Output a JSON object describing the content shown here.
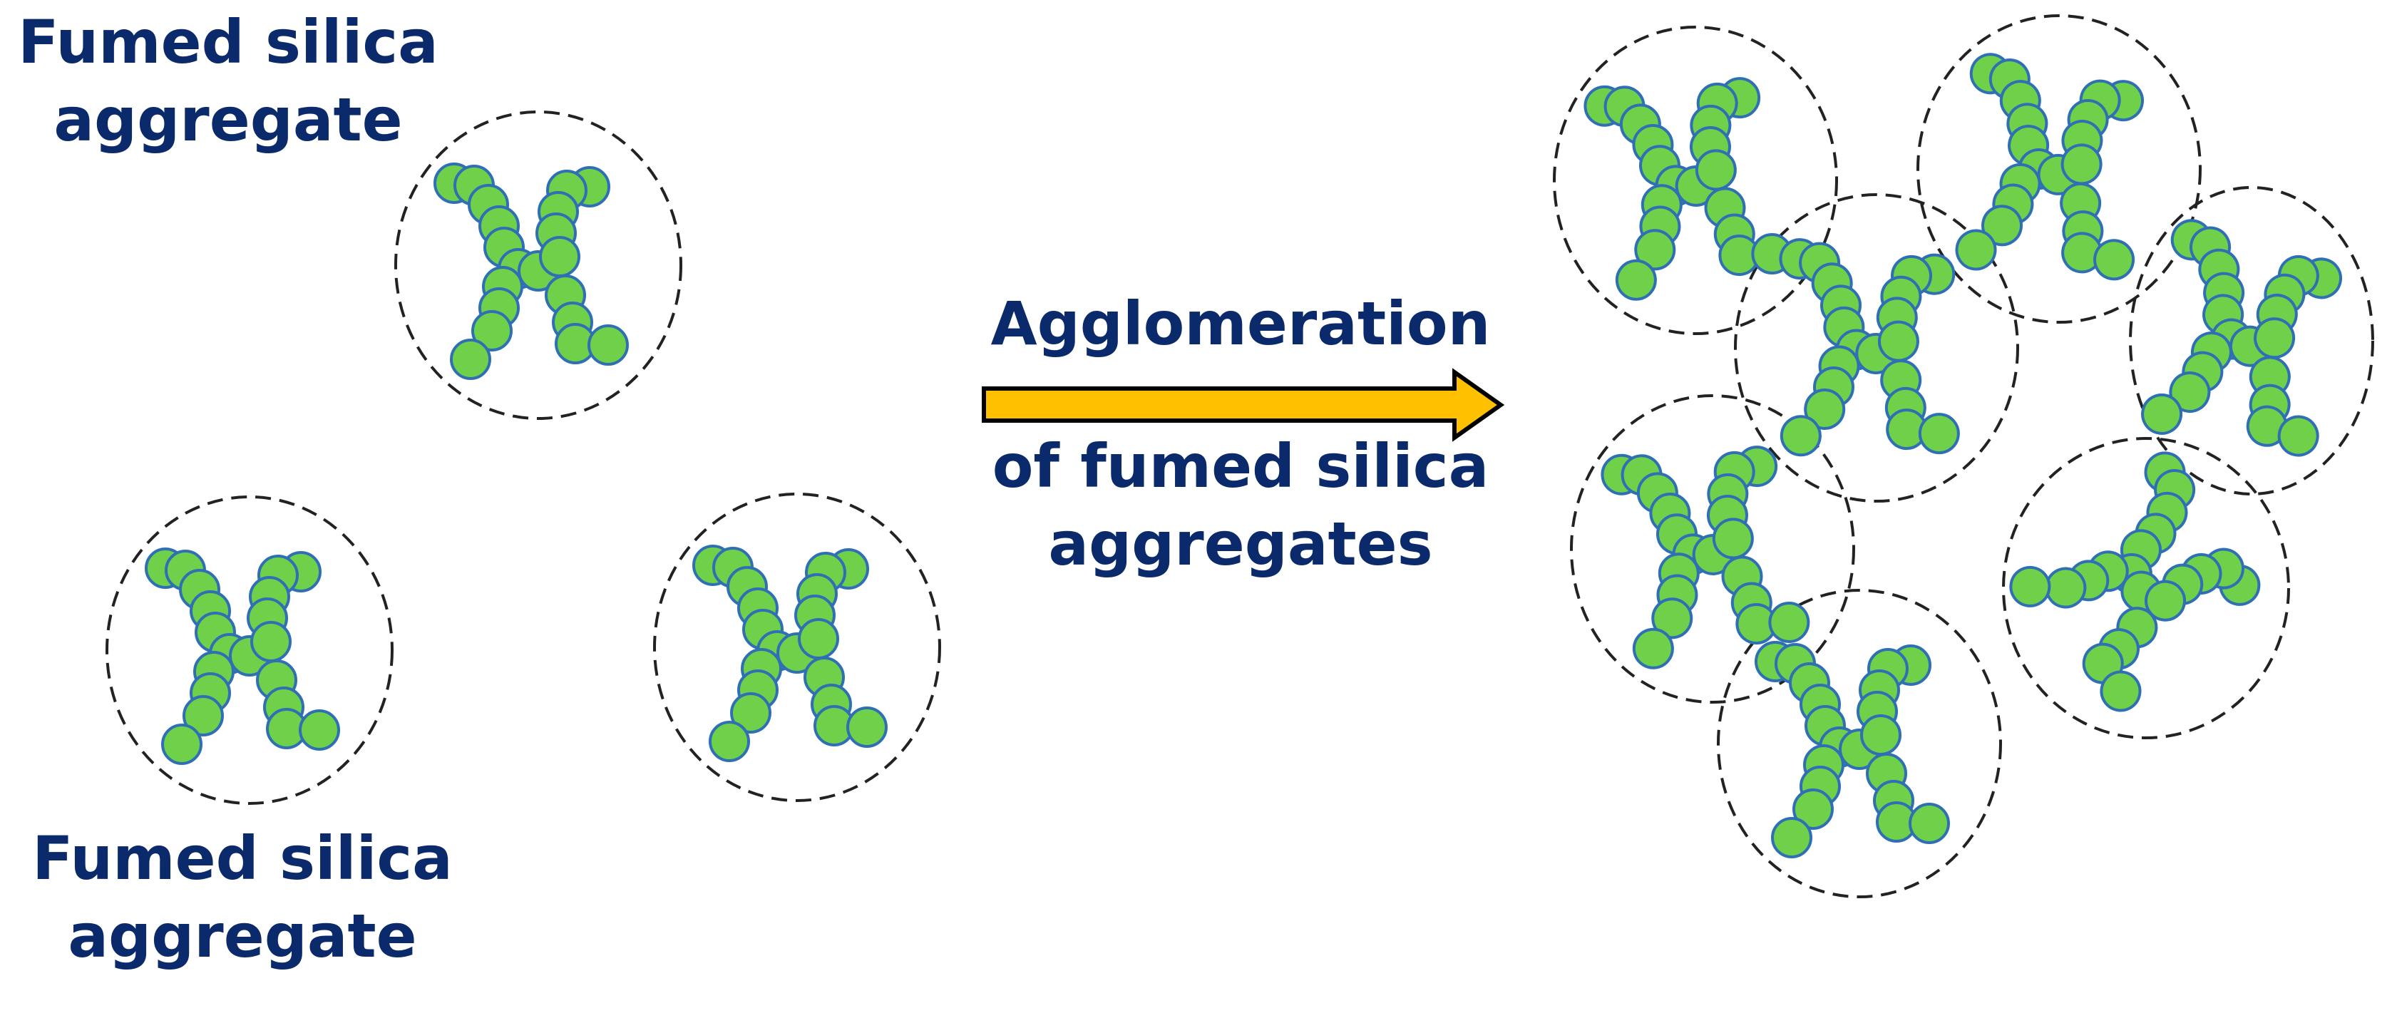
{
  "labels": {
    "aggregate_top": [
      "Fumed silica",
      "aggregate"
    ],
    "aggregate_bottom": [
      "Fumed silica",
      "aggregate"
    ],
    "process_title": "Agglomeration",
    "process_subtitle": [
      "of fumed silica",
      "aggregates"
    ]
  },
  "colors": {
    "text": "#0b2a6b",
    "particle_fill": "#6fd14a",
    "particle_stroke": "#2f6fb3",
    "boundary": "#222222",
    "arrow_fill": "#ffc000",
    "arrow_stroke": "#000000"
  }
}
